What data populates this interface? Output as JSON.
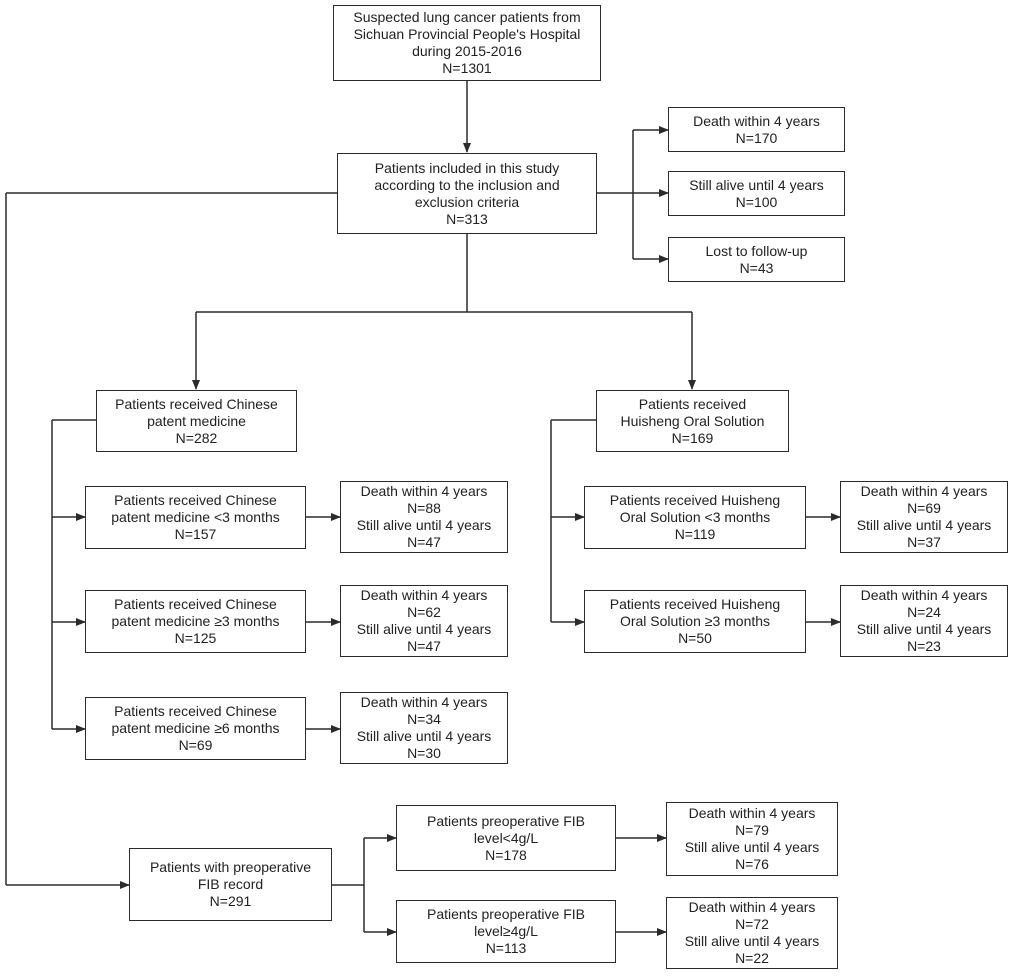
{
  "nodes": {
    "source": {
      "lines": [
        "Suspected lung cancer patients from",
        "Sichuan Provincial People's Hospital",
        "during 2015-2016",
        "N=1301"
      ]
    },
    "included": {
      "lines": [
        "Patients included in this study",
        "according to the inclusion and",
        "exclusion criteria",
        "N=313"
      ]
    },
    "out_death": {
      "lines": [
        "Death within 4 years",
        "N=170"
      ]
    },
    "out_alive": {
      "lines": [
        "Still alive until 4 years",
        "N=100"
      ]
    },
    "out_lost": {
      "lines": [
        "Lost to follow-up",
        "N=43"
      ]
    },
    "cpm": {
      "lines": [
        "Patients received Chinese",
        "patent medicine",
        "N=282"
      ]
    },
    "hos": {
      "lines": [
        "Patients received",
        "Huisheng Oral Solution",
        "N=169"
      ]
    },
    "cpm_lt3": {
      "lines": [
        "Patients received Chinese",
        "patent medicine <3 months",
        "N=157"
      ]
    },
    "cpm_lt3_out": {
      "lines": [
        "Death within 4 years",
        "N=88",
        "Still alive until 4 years",
        "N=47"
      ]
    },
    "cpm_ge3": {
      "lines": [
        "Patients received Chinese",
        "patent medicine ≥3 months",
        "N=125"
      ]
    },
    "cpm_ge3_out": {
      "lines": [
        "Death within 4 years",
        "N=62",
        "Still alive until 4 years",
        "N=47"
      ]
    },
    "cpm_ge6": {
      "lines": [
        "Patients received Chinese",
        "patent medicine ≥6 months",
        "N=69"
      ]
    },
    "cpm_ge6_out": {
      "lines": [
        "Death within 4 years",
        "N=34",
        "Still alive until 4 years",
        "N=30"
      ]
    },
    "hos_lt3": {
      "lines": [
        "Patients received Huisheng",
        "Oral Solution <3 months",
        "N=119"
      ]
    },
    "hos_lt3_out": {
      "lines": [
        "Death within 4 years",
        "N=69",
        "Still alive until 4 years",
        "N=37"
      ]
    },
    "hos_ge3": {
      "lines": [
        "Patients received Huisheng",
        "Oral Solution ≥3 months",
        "N=50"
      ]
    },
    "hos_ge3_out": {
      "lines": [
        "Death within 4 years",
        "N=24",
        "Still alive until 4 years",
        "N=23"
      ]
    },
    "fib": {
      "lines": [
        "Patients with preoperative",
        "FIB record",
        "N=291"
      ]
    },
    "fib_lt4": {
      "lines": [
        "Patients preoperative FIB",
        "level<4g/L",
        "N=178"
      ]
    },
    "fib_lt4_out": {
      "lines": [
        "Death within 4 years",
        "N=79",
        "Still alive until 4 years",
        "N=76"
      ]
    },
    "fib_ge4": {
      "lines": [
        "Patients preoperative FIB",
        "level≥4g/L",
        "N=113"
      ]
    },
    "fib_ge4_out": {
      "lines": [
        "Death within 4 years",
        "N=72",
        "Still alive until 4 years",
        "N=22"
      ]
    }
  },
  "colors": {
    "line": "#2b2b2b",
    "box_border": "#2b2b2b",
    "text": "#222222",
    "background": "#ffffff"
  }
}
